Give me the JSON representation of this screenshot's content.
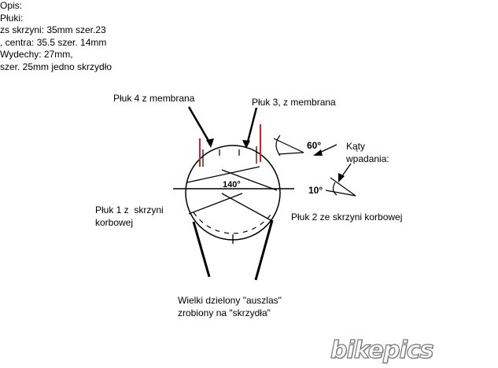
{
  "description": {
    "lines": [
      "Opis:",
      "Płuki:",
      "zs skrzyni: 35mm szer.23",
      ", centra: 35.5 szer. 14mm",
      "Wydechy: 27mm,",
      "szer. 25mm jedno skrzydło"
    ]
  },
  "labels": {
    "port4": "Płuk 4 z membrana",
    "port3": "Płuk 3, z membrana",
    "port1_line1": "Płuk 1 z  skrzyni",
    "port1_line2": "korbowej",
    "port2": "Płuk 2 ze skrzyni korbowej",
    "angle_main": "140°",
    "angles_title_line1": "Kąty",
    "angles_title_line2": "wpadania:",
    "angle_60": "60°",
    "angle_10": "10°",
    "exhaust_line1": "Wielki dzielony \"auszlas\"",
    "exhaust_line2": "zrobiony na \"skrzydła\""
  },
  "logo": {
    "text": "bikepics"
  },
  "colors": {
    "membrane_port": "#d0202a",
    "ink": "#000000"
  }
}
